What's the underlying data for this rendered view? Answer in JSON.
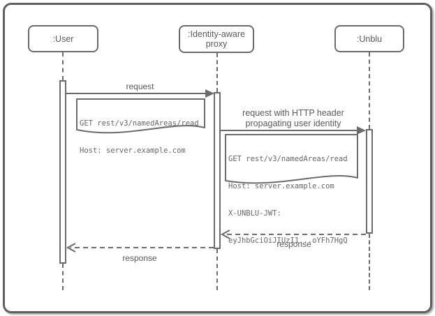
{
  "diagram_type": "sequence-diagram",
  "colors": {
    "stroke": "#6b6b6b",
    "frame_stroke": "#5f5f5f",
    "label_text": "#595959",
    "note_text": "#666666",
    "background": "#ffffff"
  },
  "actors": {
    "user": {
      "label": ":User"
    },
    "proxy": {
      "label": ":Identity-aware proxy"
    },
    "unblu": {
      "label": ":Unblu"
    }
  },
  "messages": {
    "request": {
      "label": "request",
      "type": "sync"
    },
    "request_with_header": {
      "lines": [
        "request with HTTP header",
        "propagating user identity"
      ],
      "type": "sync"
    },
    "response_unblu_to_proxy": {
      "label": "response",
      "type": "return"
    },
    "response_proxy_to_user": {
      "label": "response",
      "type": "return"
    }
  },
  "notes": {
    "request_note": {
      "lines": [
        "GET rest/v3/namedAreas/read",
        "Host: server.example.com"
      ]
    },
    "request_with_header_note": {
      "lines": [
        "GET rest/v3/namedAreas/read",
        "Host: server.example.com",
        "X-UNBLU-JWT:",
        "eyJhbGciOiJIUzI1...oYFh7HgQ"
      ]
    }
  }
}
